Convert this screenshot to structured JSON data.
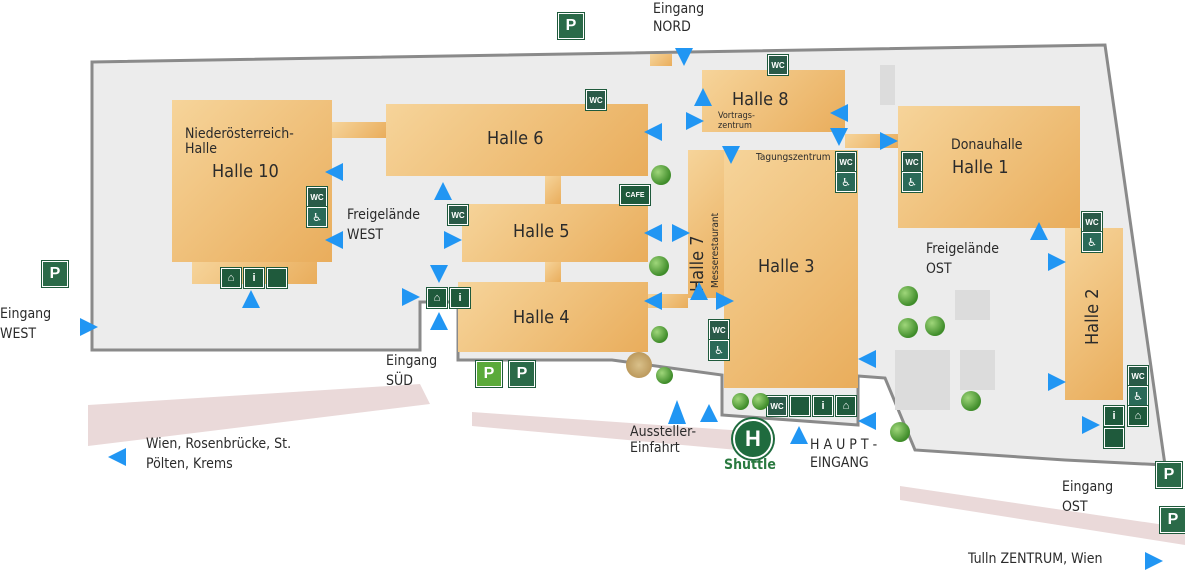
{
  "halls": {
    "h10_line1": "Niederösterreich-",
    "h10_line2": "Halle",
    "h10": "Halle 10",
    "h6": "Halle 6",
    "h5": "Halle 5",
    "h4": "Halle 4",
    "h8": "Halle 8",
    "h7": "Halle 7",
    "messerestaurant": "Messerestaurant",
    "h3": "Halle 3",
    "donauhalle": "Donauhalle",
    "h1": "Halle 1",
    "h2": "Halle 2",
    "vortrag": "Vortrags-\nzentrum",
    "tagung": "Tagungszentrum"
  },
  "labels": {
    "freigelaende_west_1": "Freigelände",
    "freigelaende_west_2": "WEST",
    "freigelaende_ost_1": "Freigelände",
    "freigelaende_ost_2": "OST",
    "eingang_nord_1": "Eingang",
    "eingang_nord_2": "NORD",
    "eingang_west_1": "Eingang",
    "eingang_west_2": "WEST",
    "eingang_sued_1": "Eingang",
    "eingang_sued_2": "SÜD",
    "eingang_ost_1": "Eingang",
    "eingang_ost_2": "OST",
    "aussteller_1": "Aussteller-",
    "aussteller_2": "Einfahrt",
    "haupt_1": "H A U P T -",
    "haupt_2": "EINGANG",
    "shuttle": "Shuttle",
    "wien_1": "Wien, Rosenbrücke, St.",
    "wien_2": "Pölten, Krems",
    "tulln": "Tulln ZENTRUM, Wien"
  },
  "icons": {
    "wc": "WC",
    "cafe": "CAFE",
    "parking": "P",
    "info": "i",
    "helipad": "H",
    "wheelchair": "♿",
    "cloakroom": "⌂"
  },
  "colors": {
    "hall_light": "#f6d49a",
    "hall_dark": "#e9ad5c",
    "grounds": "#ececec",
    "outline": "#8a8a8a",
    "arrow": "#2196f3",
    "icon_green": "#2a5a48",
    "tree": "#4a9a30",
    "road": "#ead9d9"
  }
}
